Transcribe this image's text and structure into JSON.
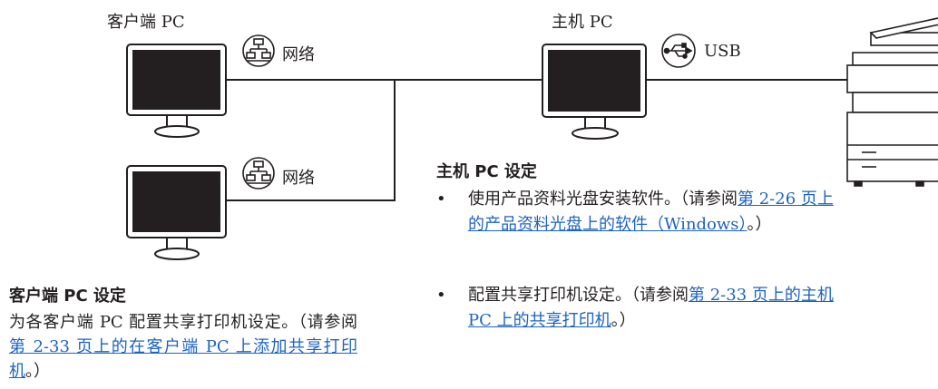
{
  "labels": {
    "client_pc": "客户端 PC",
    "host_pc": "主机 PC",
    "network_1": "网络",
    "network_2": "网络",
    "usb": "USB"
  },
  "host_settings": {
    "heading": "主机 PC 设定",
    "items": [
      {
        "text": "使用产品资料光盘安装软件。（请参阅",
        "link": "第 2-26 页上的产品资料光盘上的软件（Windows）",
        "tail": "。）"
      },
      {
        "text": "配置共享打印机设定。（请参阅",
        "link": "第 2-33 页上的主机 PC 上的共享打印机",
        "tail": "。）"
      }
    ]
  },
  "client_settings": {
    "heading": "客户端 PC 设定",
    "text": "为各客户端 PC 配置共享打印机设定。（请参阅",
    "link": "第 2-33 页上的在客户端 PC 上添加共享打印机",
    "tail": "。）"
  },
  "icons": {
    "network": "network-icon",
    "usb": "usb-icon",
    "monitor": "monitor-icon",
    "printer": "printer-icon"
  }
}
